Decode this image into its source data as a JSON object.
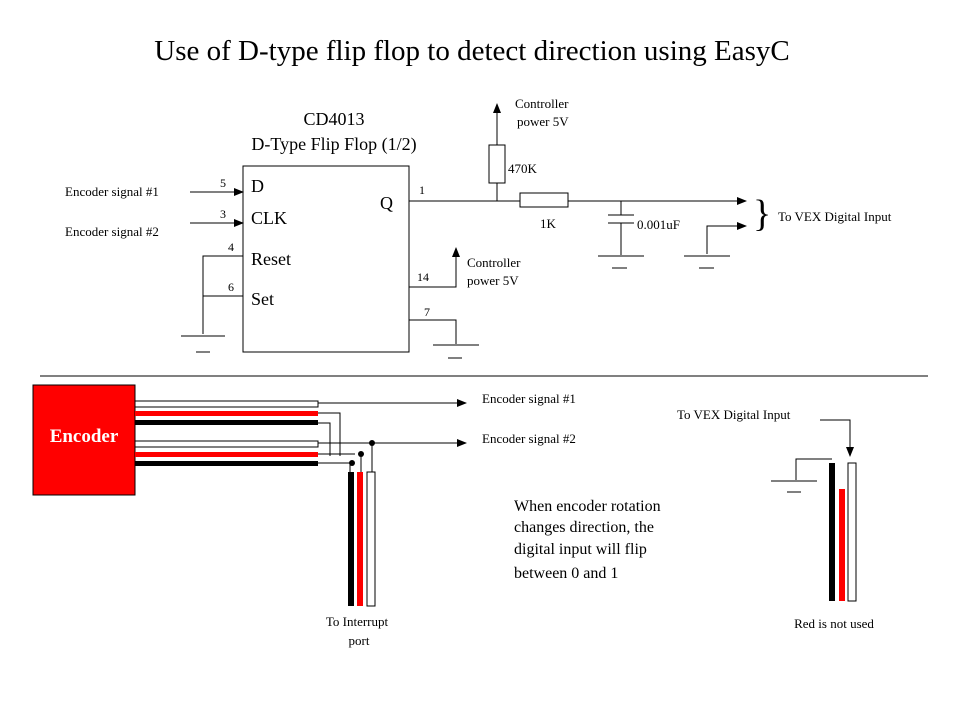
{
  "title": "Use of D-type flip flop to detect direction using EasyC",
  "chip": {
    "part": "CD4013",
    "name": "D-Type Flip Flop (1/2)",
    "inputs": [
      "D",
      "CLK",
      "Reset",
      "Set"
    ],
    "output": "Q",
    "pins": {
      "d": "5",
      "clk": "3",
      "reset": "4",
      "set": "6",
      "q": "1",
      "vdd": "14",
      "vss": "7"
    }
  },
  "signals": {
    "enc1": "Encoder signal #1",
    "enc2": "Encoder signal #2"
  },
  "power": {
    "label_top": "Controller\npower 5V",
    "label_vdd": "Controller\npower 5V"
  },
  "components": {
    "pullup": "470K",
    "resistor": "1K",
    "capacitor": "0.001uF"
  },
  "brace": "}",
  "vex_input": "To VEX Digital Input",
  "encoder": {
    "label": "Encoder",
    "color": "#ff0000"
  },
  "wiring": {
    "enc1": "Encoder signal #1",
    "enc2": "Encoder signal #2",
    "vex": "To VEX Digital Input",
    "interrupt": "To Interrupt\nport",
    "unused": "Red is not used"
  },
  "note": "When encoder rotation\nchanges direction, the\ndigital input will flip\nbetween 0 and 1",
  "colors": {
    "wire_red": "#ff0000",
    "wire_black": "#000000",
    "wire_white": "#ffffff"
  },
  "icons": [
    "arrow-icon",
    "ground-icon"
  ]
}
